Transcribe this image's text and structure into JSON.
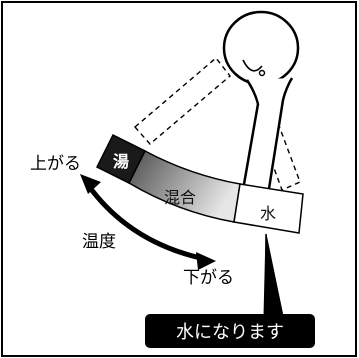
{
  "labels": {
    "hot": "湯",
    "mix": "混合",
    "cold": "水",
    "up": "上がる",
    "down": "下がる",
    "temperature": "温度",
    "callout": "水になります"
  },
  "colors": {
    "border": "#000000",
    "hot_fill": "#1a1a1a",
    "mix_dark": "#4d4d4d",
    "mix_light": "#e6e6e6",
    "cold_fill": "#ffffff",
    "callout_fill": "#000000",
    "callout_text": "#ffffff"
  },
  "icons": [
    "faucet-lever-icon",
    "double-arrow-icon"
  ]
}
